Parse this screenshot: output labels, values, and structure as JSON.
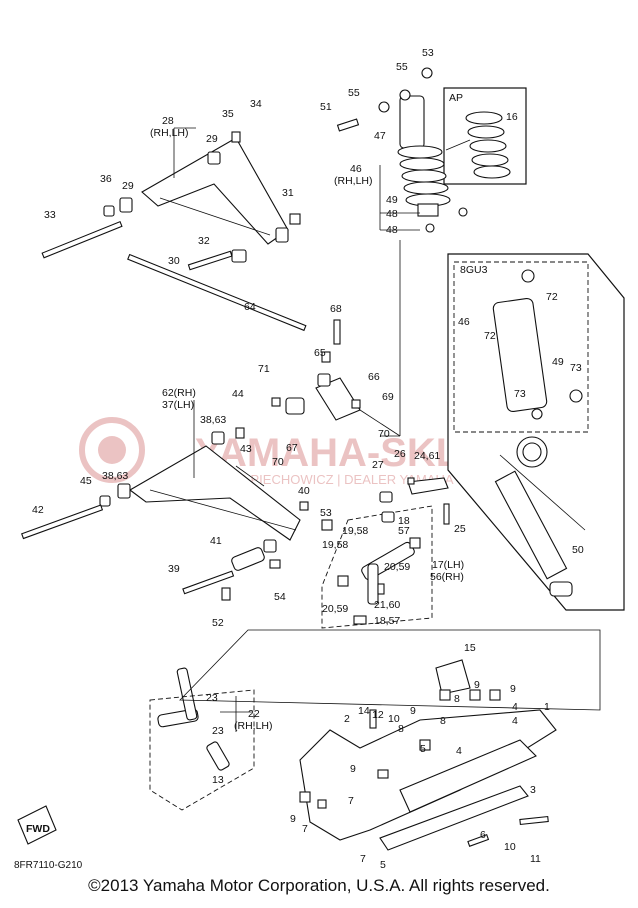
{
  "inset_ap": {
    "title": "AP"
  },
  "inset_8gu3": {
    "title": "8GU3"
  },
  "callouts": {
    "53a": "53",
    "55a": "55",
    "51": "51",
    "55b": "55",
    "47": "47",
    "46": "46",
    "rhlh_46": "(RH,LH)",
    "49": "49",
    "48a": "48",
    "48b": "48",
    "16": "16",
    "28": "28",
    "rhlh_28": "(RH,LH)",
    "35": "35",
    "34": "34",
    "29a": "29",
    "29b": "29",
    "36": "36",
    "31": "31",
    "33": "33",
    "32": "32",
    "30": "30",
    "64": "64",
    "68": "68",
    "65": "65",
    "66": "66",
    "69": "69",
    "71": "71",
    "62rh": "62(RH)",
    "37lh": "37(LH)",
    "44": "44",
    "38_63a": "38,63",
    "43": "43",
    "67": "67",
    "70a": "70",
    "70b": "70",
    "38_63b": "38,63",
    "45": "45",
    "42": "42",
    "27": "27",
    "26": "26",
    "24_61": "24,61",
    "40": "40",
    "53b": "53",
    "18": "18",
    "19_58a": "19,58",
    "57": "57",
    "25": "25",
    "19_58b": "19,58",
    "41": "41",
    "17lh": "17(LH)",
    "20_59a": "20,59",
    "56rh": "56(RH)",
    "39": "39",
    "54": "54",
    "20_59b": "20,59",
    "21_60": "21,60",
    "18_57": "18,57",
    "52": "52",
    "46b": "46",
    "72a": "72",
    "72b": "72",
    "49b": "49",
    "73a": "73",
    "73b": "73",
    "50": "50",
    "15": "15",
    "23a": "23",
    "22": "22",
    "rhlh_22": "(RH,LH)",
    "23b": "23",
    "13": "13",
    "14": "14",
    "12": "12",
    "10a": "10",
    "2": "2",
    "9a": "9",
    "8a": "8",
    "9b": "9",
    "9c": "9",
    "8b": "8",
    "4a": "4",
    "1": "1",
    "5a": "5",
    "4b": "4",
    "9d": "9",
    "8c": "8",
    "4c": "4",
    "6": "6",
    "3": "3",
    "7a": "7",
    "9e": "9",
    "7b": "7",
    "7c": "7",
    "5b": "5",
    "10b": "10",
    "11": "11"
  },
  "fwd_badge": {
    "label": "FWD",
    "icon": "forward-arrow-icon"
  },
  "drawing_code": "8FR7110-G210",
  "watermark": {
    "line1": "YAMAHA-SKLEP.PL",
    "line2": "JAKUB PIECHOWICZ | DEALER YAMAHA",
    "color": "#e8b9b9"
  },
  "footer": {
    "copyright": "©2013 Yamaha Motor Corporation, U.S.A. All rights reserved."
  }
}
